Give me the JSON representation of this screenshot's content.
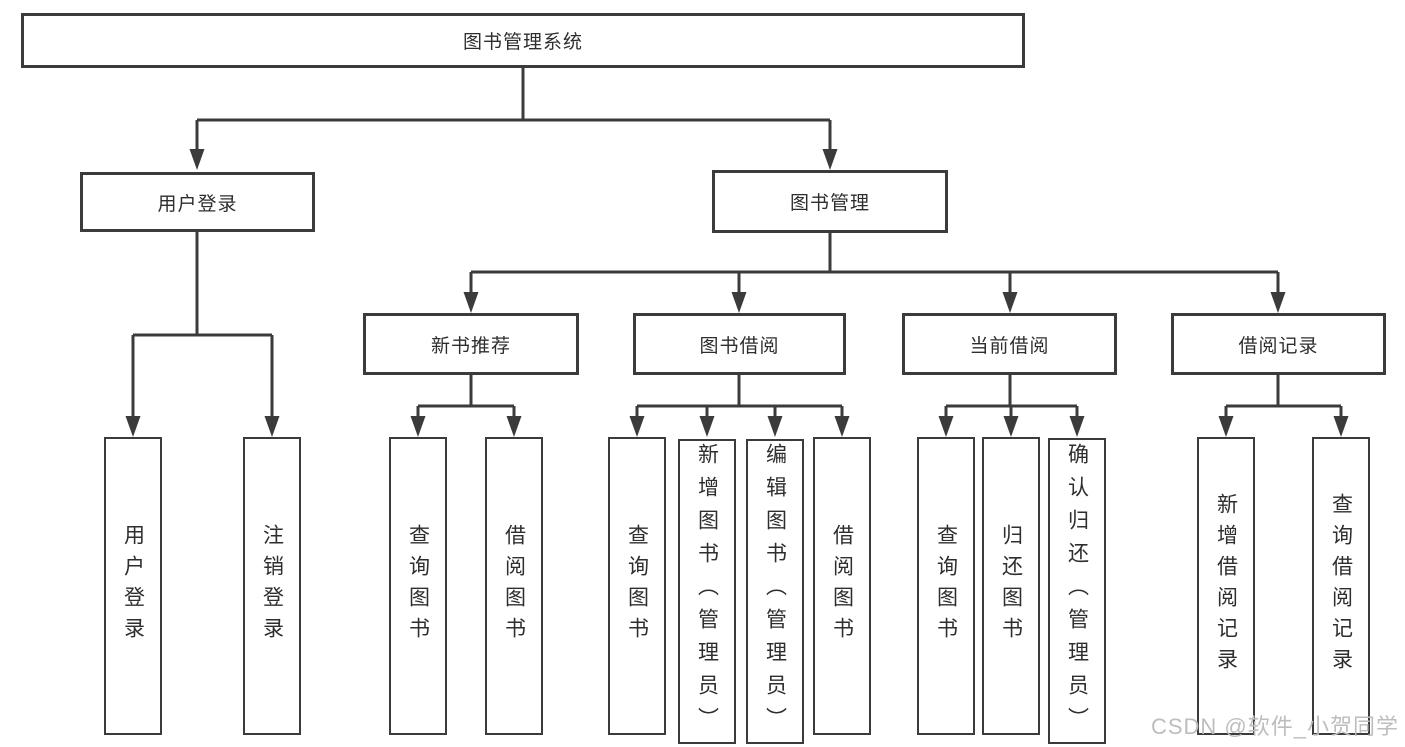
{
  "diagram": {
    "root": {
      "label": "图书管理系统"
    },
    "level2": {
      "user_login": {
        "label": "用户登录"
      },
      "book_management": {
        "label": "图书管理"
      }
    },
    "level3": {
      "new_book_recommend": {
        "label": "新书推荐"
      },
      "book_borrowing": {
        "label": "图书借阅"
      },
      "current_borrowing": {
        "label": "当前借阅"
      },
      "borrowing_records": {
        "label": "借阅记录"
      }
    },
    "leaves": {
      "user_login": {
        "label": "用户登录"
      },
      "logout": {
        "label": "注销登录"
      },
      "query_books_recommend": {
        "label": "查询图书"
      },
      "borrow_books_recommend": {
        "label": "借阅图书"
      },
      "query_books_borrowing": {
        "label": "查询图书"
      },
      "add_book_admin": {
        "label": "新增图书（管理员）"
      },
      "edit_book_admin": {
        "label": "编辑图书（管理员）"
      },
      "borrow_books_borrowing": {
        "label": "借阅图书"
      },
      "query_books_current": {
        "label": "查询图书"
      },
      "return_books": {
        "label": "归还图书"
      },
      "confirm_return_admin": {
        "label": "确认归还（管理员）"
      },
      "add_borrow_record": {
        "label": "新增借阅记录"
      },
      "query_borrow_record": {
        "label": "查询借阅记录"
      }
    },
    "watermark": "CSDN @软件_小贺同学",
    "colors": {
      "line": "#3b3b3b",
      "text": "#2e2e2e",
      "watermark": "#bdbdbd",
      "background": "#ffffff"
    }
  }
}
